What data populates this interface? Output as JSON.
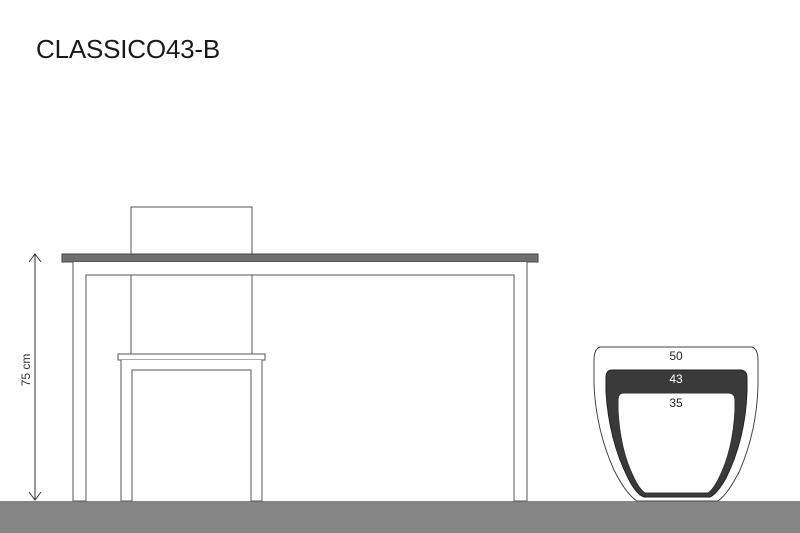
{
  "title": "CLASSICO43-B",
  "dimension": {
    "height_label": "75 cm"
  },
  "planter_sizes": [
    "50",
    "43",
    "35"
  ],
  "colors": {
    "floor": "#858585",
    "table_top": "#6e6e6e",
    "line": "#555555",
    "highlight_ring": "#3a3a3a"
  }
}
